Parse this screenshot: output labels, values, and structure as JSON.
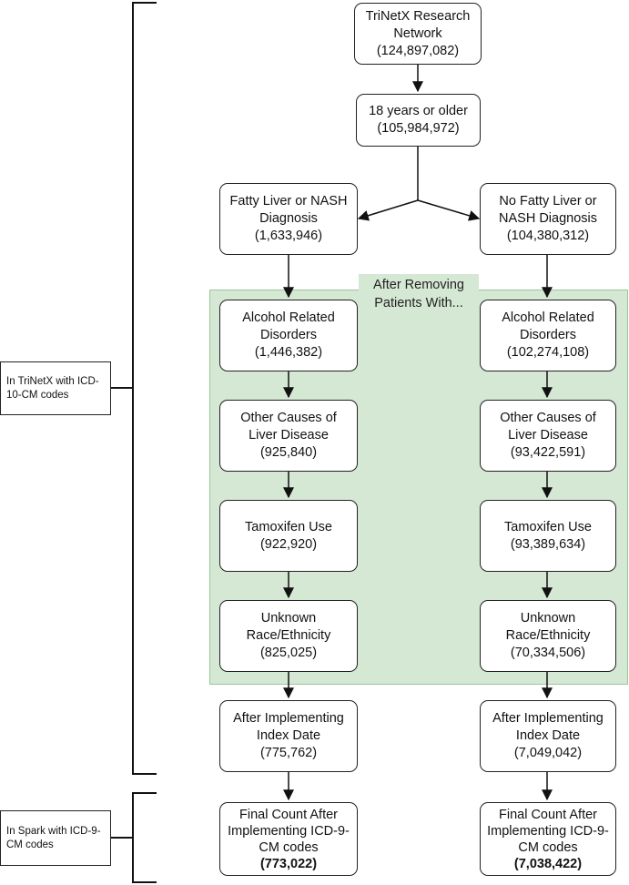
{
  "top": {
    "network": {
      "line1": "TriNetX Research",
      "line2": "Network",
      "count": "(124,897,082)"
    },
    "adults": {
      "line1": "18 years or older",
      "count": "(105,984,972)"
    }
  },
  "region_label": {
    "line1": "After Removing",
    "line2": "Patients With..."
  },
  "left_column": {
    "diagnosis": {
      "line1": "Fatty Liver or NASH",
      "line2": "Diagnosis",
      "count": "(1,633,946)"
    },
    "alcohol": {
      "line1": "Alcohol Related",
      "line2": "Disorders",
      "count": "(1,446,382)"
    },
    "other_causes": {
      "line1": "Other Causes of",
      "line2": "Liver Disease",
      "count": "(925,840)"
    },
    "tamoxifen": {
      "line1": "Tamoxifen Use",
      "count": "(922,920)"
    },
    "race": {
      "line1": "Unknown",
      "line2": "Race/Ethnicity",
      "count": "(825,025)"
    },
    "index_date": {
      "line1": "After Implementing",
      "line2": "Index Date",
      "count": "(775,762)"
    },
    "final": {
      "line1": "Final Count After",
      "line2": "Implementing ICD-9-",
      "line3": "CM codes",
      "count": "(773,022)"
    }
  },
  "right_column": {
    "diagnosis": {
      "line1": "No Fatty Liver or",
      "line2": "NASH Diagnosis",
      "count": "(104,380,312)"
    },
    "alcohol": {
      "line1": "Alcohol Related",
      "line2": "Disorders",
      "count": "(102,274,108)"
    },
    "other_causes": {
      "line1": "Other Causes of",
      "line2": "Liver Disease",
      "count": "(93,422,591)"
    },
    "tamoxifen": {
      "line1": "Tamoxifen Use",
      "count": "(93,389,634)"
    },
    "race": {
      "line1": "Unknown",
      "line2": "Race/Ethnicity",
      "count": "(70,334,506)"
    },
    "index_date": {
      "line1": "After Implementing",
      "line2": "Index Date",
      "count": "(7,049,042)"
    },
    "final": {
      "line1": "Final Count After",
      "line2": "Implementing ICD-9-",
      "line3": "CM codes",
      "count": "(7,038,422)"
    }
  },
  "side_labels": {
    "trinetx": {
      "line1": "In TriNetX with ICD-",
      "line2": "10-CM codes"
    },
    "spark": {
      "line1": "In Spark with ICD-9-",
      "line2": "CM codes"
    }
  }
}
